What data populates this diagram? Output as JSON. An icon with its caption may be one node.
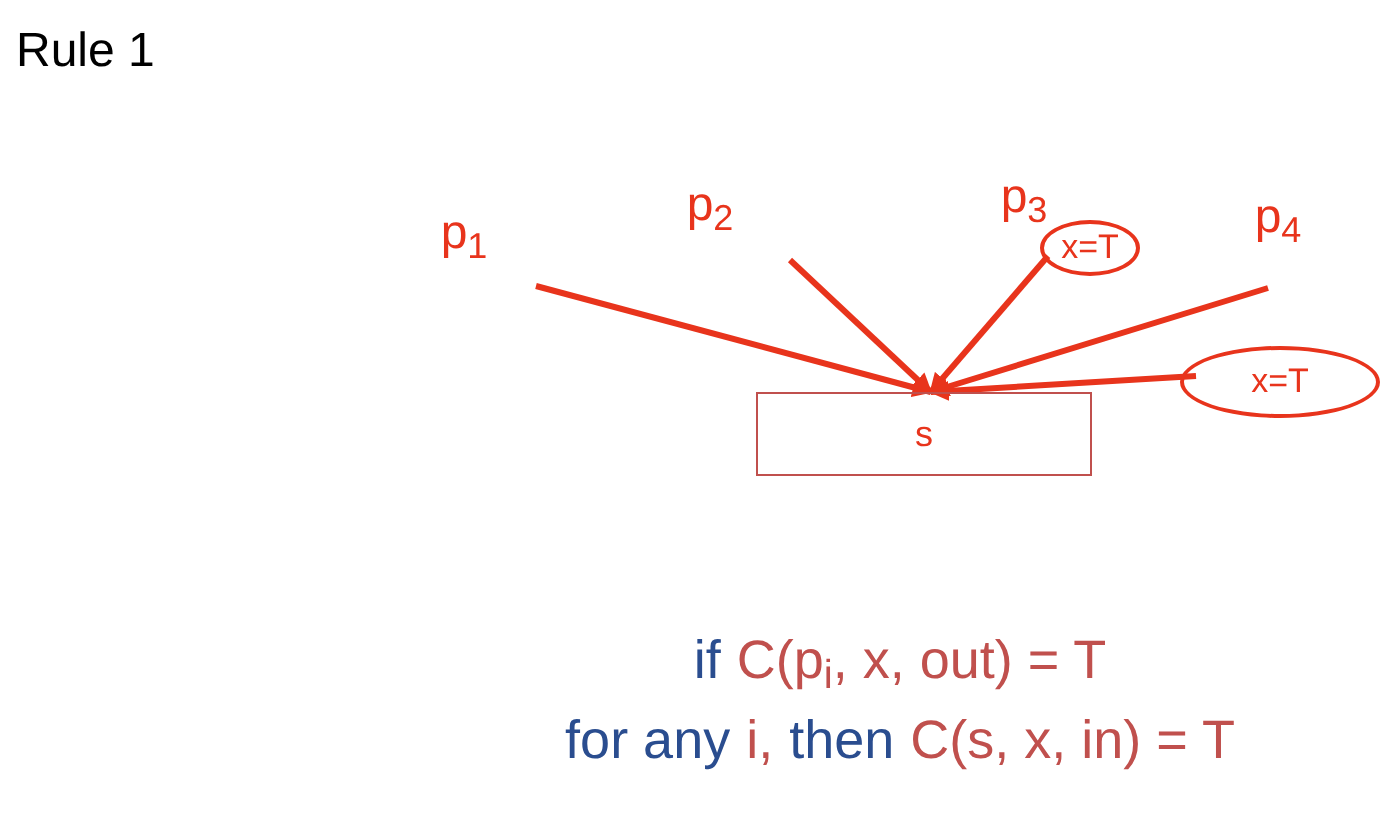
{
  "diagram": {
    "title": "Rule 1",
    "nodes": [
      {
        "text": [
          "p$_{1}$"
        ]
      },
      {
        "text": [
          "p$_{2}$"
        ]
      },
      {
        "text": [
          "p$_{3}$"
        ]
      },
      {
        "text": [
          "x=T"
        ]
      },
      {
        "text": [
          "p$_{4}$"
        ]
      },
      {
        "text": [
          "x=T"
        ]
      },
      {
        "text": [
          "s"
        ]
      }
    ],
    "edges": [
      {
        "from": 0,
        "to": 6,
        "arrow": "to"
      },
      {
        "from": 1,
        "to": 6,
        "arrow": "to"
      },
      {
        "from": 3,
        "to": 6,
        "arrow": "to"
      },
      {
        "from": 4,
        "to": 6,
        "arrow": "to"
      },
      {
        "from": 5,
        "to": 6,
        "arrow": "to"
      }
    ],
    "labels": [
      "if",
      "C(p$_{i}$, x, out) = T",
      "for any",
      "i,",
      "then",
      "C(s, x, in) = T"
    ]
  }
}
